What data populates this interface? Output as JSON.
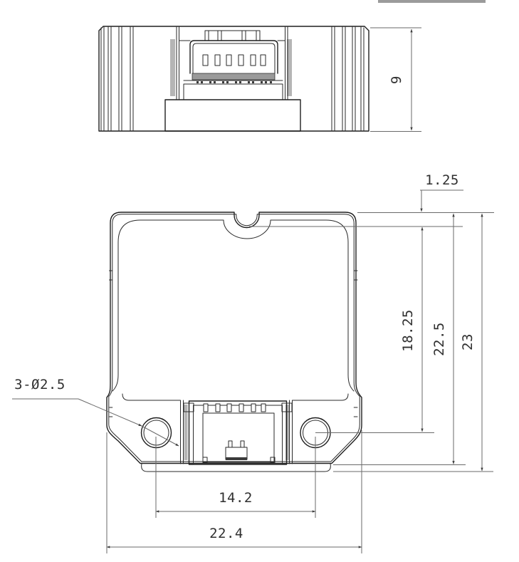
{
  "drawing": {
    "side_view": {
      "height": "9"
    },
    "front_view": {
      "notch_depth": "1.25",
      "notch_to_hole_center": "18.25",
      "body_height": "22.5",
      "overall_height": "23",
      "holes_label": "3-Ø2.5",
      "hole_spacing": "14.2",
      "overall_width": "22.4"
    }
  }
}
